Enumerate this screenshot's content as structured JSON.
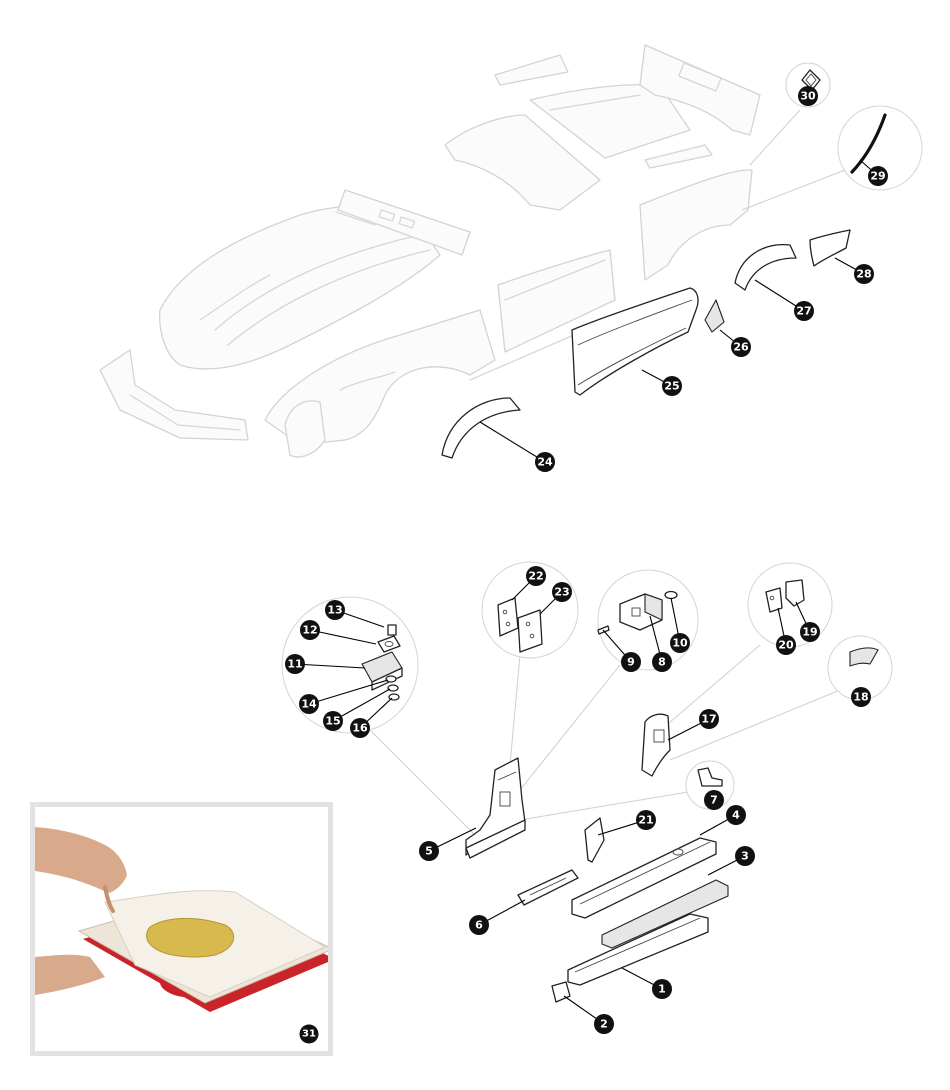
{
  "callouts": [
    {
      "id": "1",
      "label": "1"
    },
    {
      "id": "2",
      "label": "2"
    },
    {
      "id": "3",
      "label": "3"
    },
    {
      "id": "4",
      "label": "4"
    },
    {
      "id": "5",
      "label": "5"
    },
    {
      "id": "6",
      "label": "6"
    },
    {
      "id": "7",
      "label": "7"
    },
    {
      "id": "8",
      "label": "8"
    },
    {
      "id": "9",
      "label": "9"
    },
    {
      "id": "10",
      "label": "10"
    },
    {
      "id": "11",
      "label": "11"
    },
    {
      "id": "12",
      "label": "12"
    },
    {
      "id": "13",
      "label": "13"
    },
    {
      "id": "14",
      "label": "14"
    },
    {
      "id": "15",
      "label": "15"
    },
    {
      "id": "16",
      "label": "16"
    },
    {
      "id": "17",
      "label": "17"
    },
    {
      "id": "18",
      "label": "18"
    },
    {
      "id": "19",
      "label": "19"
    },
    {
      "id": "20",
      "label": "20"
    },
    {
      "id": "21",
      "label": "21"
    },
    {
      "id": "22",
      "label": "22"
    },
    {
      "id": "23",
      "label": "23"
    },
    {
      "id": "24",
      "label": "24"
    },
    {
      "id": "25",
      "label": "25"
    },
    {
      "id": "26",
      "label": "26"
    },
    {
      "id": "27",
      "label": "27"
    },
    {
      "id": "28",
      "label": "28"
    },
    {
      "id": "29",
      "label": "29"
    },
    {
      "id": "30",
      "label": "30"
    },
    {
      "id": "31",
      "label": "31"
    }
  ],
  "colors": {
    "callout_fill": "#111111",
    "ghost_outline": "#d6d6d6",
    "part_outline": "#222222",
    "sealant": "#d9b850",
    "paint_block_red": "#d6262c"
  }
}
